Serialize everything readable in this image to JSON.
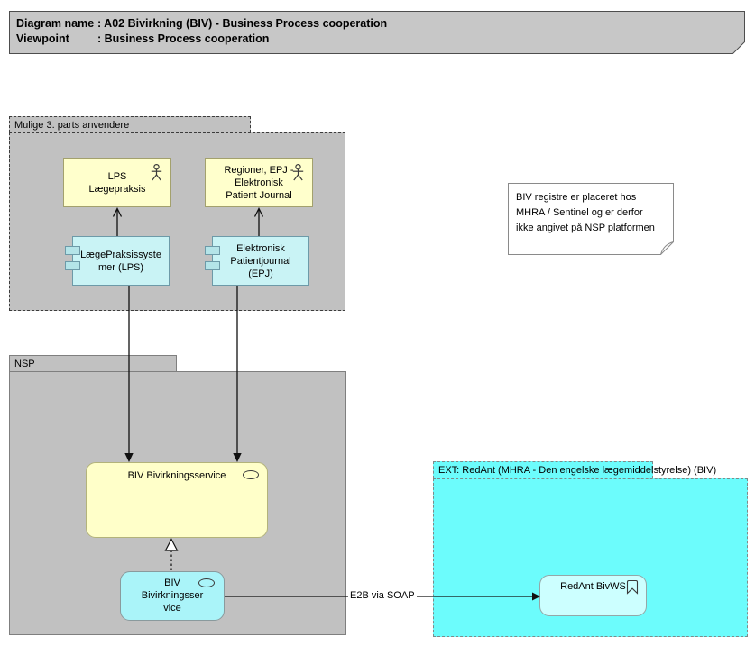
{
  "title": {
    "rows": [
      {
        "label": "Diagram name",
        "value": ": A02 Bivirkning (BIV) - Business Process cooperation"
      },
      {
        "label": "Viewpoint",
        "value": ": Business Process cooperation"
      }
    ]
  },
  "groups": {
    "mulige": {
      "label": "Mulige 3. parts anvendere"
    },
    "nsp": {
      "label": "NSP"
    },
    "ext": {
      "label": "EXT: RedAnt (MHRA - Den engelske lægemiddelstyrelse) (BIV)"
    }
  },
  "nodes": {
    "lps_actor": {
      "label": "LPS\nLægepraksis",
      "icon": "actor-icon"
    },
    "epj_actor": {
      "label": "Regioner, EPJ -\nElektronisk\nPatient Journal",
      "icon": "actor-icon"
    },
    "lps_component": {
      "label": "LægePraksissyste\nmer (LPS)",
      "icon": "component-icon"
    },
    "epj_component": {
      "label": "Elektronisk\nPatientjournal\n(EPJ)",
      "icon": "component-icon"
    },
    "biv_service": {
      "label": "BIV Bivirkningsservice",
      "icon": "service-oval-icon"
    },
    "biv_component_service": {
      "label": "BIV\nBivirkningsser\nvice",
      "icon": "service-oval-icon"
    },
    "redant_bivws": {
      "label": "RedAnt BivWS",
      "icon": "bookmark-icon"
    }
  },
  "note": {
    "text": "BIV registre er placeret hos\nMHRA / Sentinel og er derfor\nikke angivet på NSP platformen"
  },
  "connectors": {
    "e2b_label": "E2B via SOAP"
  },
  "colors": {
    "group_gray": "#c1c1c1",
    "actor_yellow": "#ffffcc",
    "component_cyan": "#c9f3f5",
    "ext_cyan": "#6cfcfc",
    "service_cyan": "#aaf4f9",
    "redant_cyan": "#ccffff",
    "line": "#111111"
  }
}
